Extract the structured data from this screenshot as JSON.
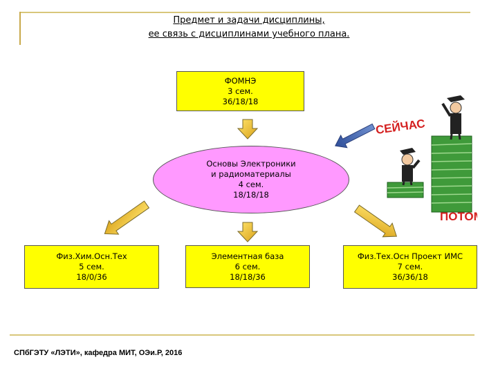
{
  "title": {
    "line1": "Предмет и задачи дисциплины,",
    "line2": "ее связь с дисциплинами учебного плана."
  },
  "top_box": {
    "name": "ФОМНЭ",
    "semester": "3 сем.",
    "hours": "36/18/18"
  },
  "center": {
    "line1": "Основы Электроники",
    "line2": "и радиоматериалы",
    "semester": "4 сем.",
    "hours": "18/18/18"
  },
  "boxes": [
    {
      "name": "Физ.Хим.Осн.Тех",
      "semester": "5 сем.",
      "hours": "18/0/36"
    },
    {
      "name": "Элементная база",
      "semester": "6 сем.",
      "hours": "18/18/36"
    },
    {
      "name": "Физ.Тех.Осн Проект ИМС",
      "semester": "7 сем.",
      "hours": "36/36/18"
    }
  ],
  "cartoon": {
    "now_label": "СЕЙЧАС",
    "later_label": "ПОТОМ"
  },
  "footer": "СПбГЭТУ «ЛЭТИ», кафедра МИТ, ОЭи.Р, 2016",
  "colors": {
    "box": "#ffff00",
    "ellipse": "#ff99ff",
    "arrow": "#f2c02e",
    "frame": "#d8c67a",
    "money": "#3f9a3a"
  }
}
